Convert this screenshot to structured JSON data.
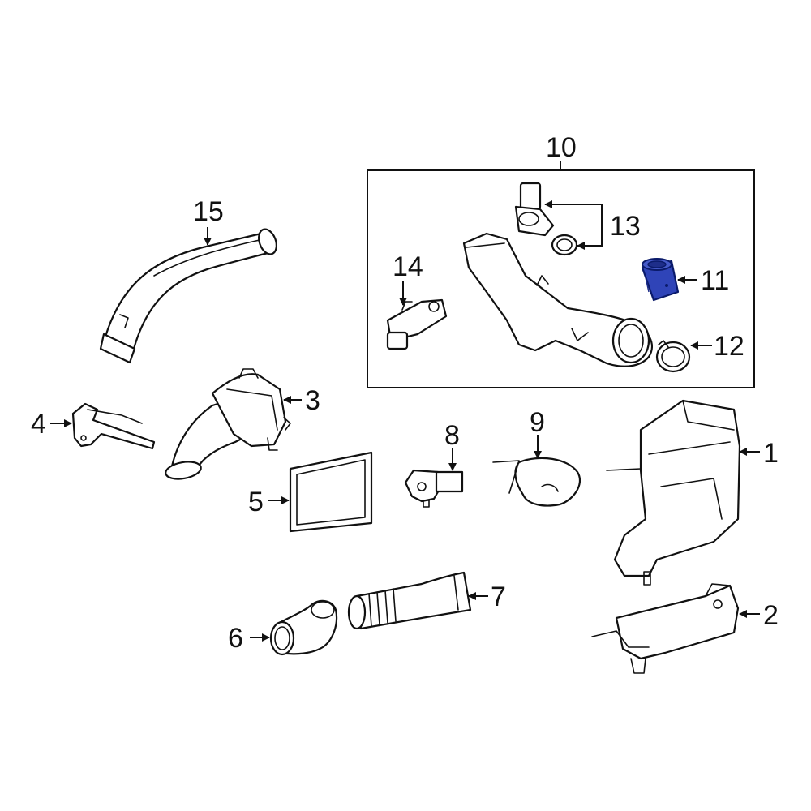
{
  "callouts": {
    "c1": "1",
    "c2": "2",
    "c3": "3",
    "c4": "4",
    "c5": "5",
    "c6": "6",
    "c7": "7",
    "c8": "8",
    "c9": "9",
    "c10": "10",
    "c11": "11",
    "c12": "12",
    "c13": "13",
    "c14": "14",
    "c15": "15"
  },
  "highlighted_part": "11",
  "colors": {
    "highlight_fill": "#2F44B8",
    "highlight_stroke": "#0A1A6A",
    "line": "#111111",
    "background": "#FFFFFF"
  }
}
